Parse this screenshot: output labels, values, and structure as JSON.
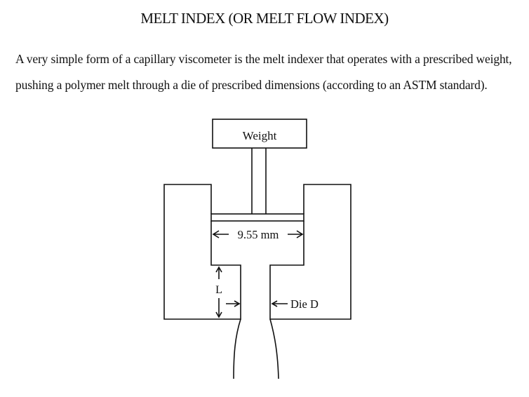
{
  "document": {
    "title": "MELT INDEX (OR MELT FLOW INDEX)",
    "paragraph_lines": [
      "A very simple form of a capillary viscometer is the melt indexer that operates with a prescribed weight,",
      "pushing a polymer melt through a die of prescribed dimensions (according to an ASTM standard)."
    ]
  },
  "diagram": {
    "weight_label": "Weight",
    "diameter_label": "9.55 mm",
    "length_label": "L",
    "die_label": "Die D"
  }
}
